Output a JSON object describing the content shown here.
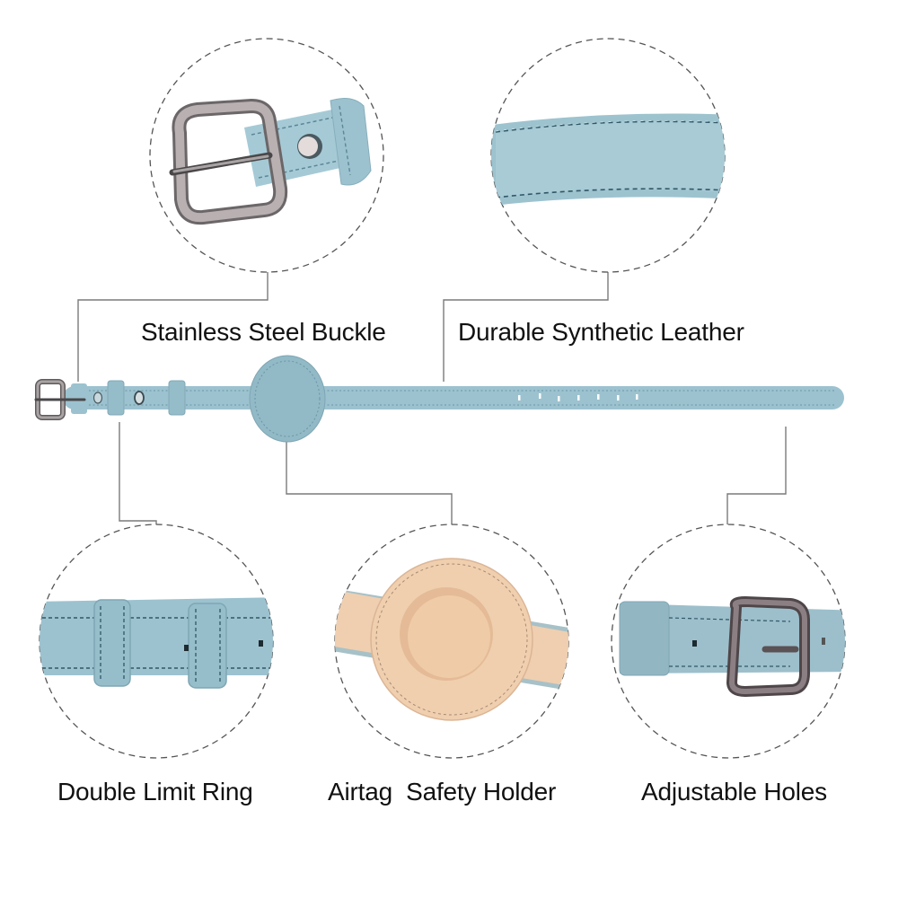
{
  "colors": {
    "leather_blue": "#9cc2cf",
    "leather_blue_dark": "#7fa6b4",
    "stitch": "#5d8696",
    "beige": "#f0cfaf",
    "beige_dark": "#d9b28f",
    "metal": "#8a8688",
    "metal_dark": "#4d4a4c",
    "line": "#777777",
    "text": "#111111"
  },
  "callouts": {
    "top_left": {
      "label": "Stainless Steel Buckle",
      "icon": "buckle-closeup"
    },
    "top_right": {
      "label": "Durable Synthetic Leather",
      "icon": "leather-strap-closeup"
    },
    "bottom_left": {
      "label": "Double Limit Ring",
      "icon": "keeper-loops-closeup"
    },
    "bottom_center": {
      "label": "Airtag  Safety Holder",
      "icon": "airtag-holder-closeup"
    },
    "bottom_right": {
      "label": "Adjustable Holes",
      "icon": "buckle-holes-closeup"
    }
  },
  "collar": {
    "adjustment_holes": 7
  }
}
